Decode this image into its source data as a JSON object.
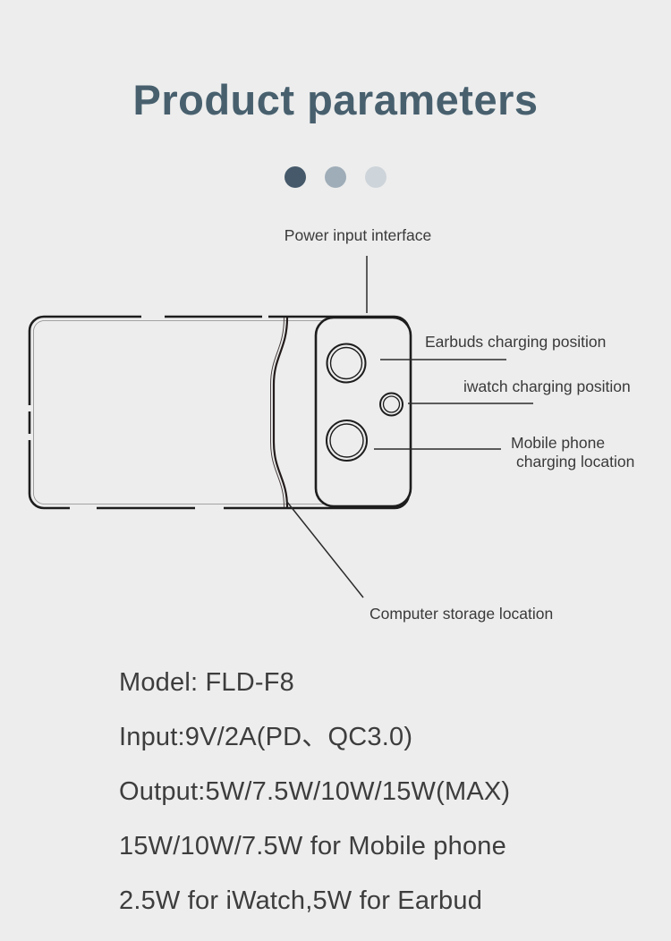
{
  "page": {
    "background_color": "#ededed"
  },
  "header": {
    "title": "Product parameters",
    "title_color": "#48606e"
  },
  "carousel": {
    "dots": [
      {
        "name": "dot-1-active",
        "color": "#45596a"
      },
      {
        "name": "dot-2",
        "color": "#9fadb8"
      },
      {
        "name": "dot-3",
        "color": "#cdd4da"
      }
    ]
  },
  "diagram": {
    "line_color": "#1d1d1d",
    "callout_line_color": "#2b2b2b",
    "labels": {
      "power_input": "Power input interface",
      "earbuds": "Earbuds charging position",
      "iwatch": "iwatch charging position",
      "mobile_line1": "Mobile phone",
      "mobile_line2": "charging location",
      "computer": "Computer storage location"
    }
  },
  "specs": {
    "lines": [
      "Model: FLD-F8",
      "Input:9V/2A(PD、QC3.0)",
      "Output:5W/7.5W/10W/15W(MAX)",
      "15W/10W/7.5W for Mobile phone",
      "2.5W for iWatch,5W for Earbud"
    ]
  }
}
